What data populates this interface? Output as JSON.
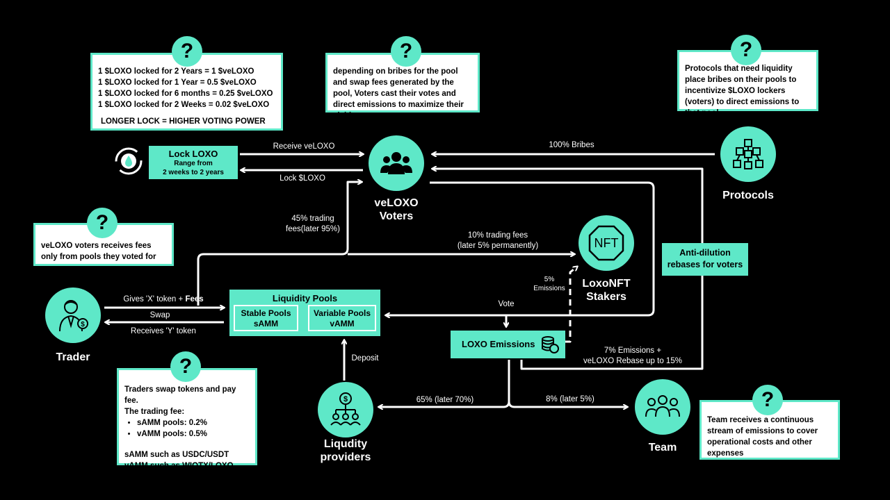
{
  "notes": {
    "lock": {
      "lines": [
        "1 $LOXO locked for 2 Years = 1 $veLOXO",
        "1 $LOXO locked for 1 Year = 0.5 $veLOXO",
        "1 $LOXO locked for 6 months = 0.25 $veLOXO",
        "1 $LOXO locked for 2 Weeks = 0.02 $veLOXO"
      ],
      "footer": "LONGER LOCK = HIGHER VOTING POWER"
    },
    "voters": "depending on bribes for the pool and swap fees generated by the pool, Voters cast their votes and direct emissions to maximize their yield",
    "protocols": "Protocols that need liquidity place bribes on their pools to incentivize $LOXO lockers (voters) to direct emissions to that pool",
    "fees": "veLOXO voters receives fees only from pools they voted for",
    "trader": {
      "line1": "Traders swap tokens and pay fee.",
      "line2": "The trading fee:",
      "bullets": [
        "sAMM pools: 0.2%",
        "vAMM pools: 0.5%"
      ],
      "line3": "sAMM such as USDC/USDT",
      "line4": "vAMM such as WIOTX/LOXO"
    },
    "team": "Team receives a continuous stream of emissions to cover operational costs and other expenses"
  },
  "question_mark": "?",
  "lock_box": {
    "title": "Lock LOXO",
    "sub1": "Range from",
    "sub2": "2 weeks to 2 years"
  },
  "nodes": {
    "voters": "veLOXO\nVoters",
    "protocols": "Protocols",
    "nft": "LoxoNFT\nStakers",
    "nft_icon": "NFT",
    "trader": "Trader",
    "lps": "Liqudity\nproviders",
    "team": "Team"
  },
  "pools": {
    "title": "Liquidity Pools",
    "stable": "Stable Pools\nsAMM",
    "variable": "Variable Pools\nvAMM"
  },
  "emissions": "LOXO Emissions",
  "antidilution": "Anti-dilution\nrebases for voters",
  "edges": {
    "receive": "Receive veLOXO",
    "lock": "Lock $LOXO",
    "bribes": "100% Bribes",
    "trading45": "45% trading\nfees(later 95%)",
    "trading10": "10% trading fees\n(later 5% permanently)",
    "nft5": "5%\nEmissions",
    "gives_prefix": "Gives 'X' token + ",
    "gives_bold": "Fees",
    "swap": "Swap",
    "receives": "Receives 'Y' token",
    "vote": "Vote",
    "deposit": "Deposit",
    "rebase": "7% Emissions +\nveLOXO Rebase up to 15%",
    "lp65": "65% (later 70%)",
    "team8": "8% (later 5%)"
  },
  "colors": {
    "accent": "#5ee8c8",
    "background": "#000000"
  }
}
